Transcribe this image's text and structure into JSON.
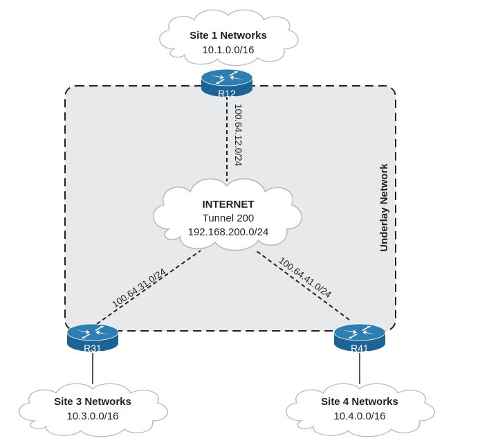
{
  "diagram": {
    "underlay": {
      "label": "Underlay Network"
    },
    "internet": {
      "title": "INTERNET",
      "tunnel": "Tunnel 200",
      "subnet": "192.168.200.0/24"
    },
    "sites": [
      {
        "name": "Site 1 Networks",
        "subnet": "10.1.0.0/16"
      },
      {
        "name": "Site 3 Networks",
        "subnet": "10.3.0.0/16"
      },
      {
        "name": "Site 4 Networks",
        "subnet": "10.4.0.0/16"
      }
    ],
    "routers": [
      {
        "label": "R12"
      },
      {
        "label": "R31"
      },
      {
        "label": "R41"
      }
    ],
    "links": [
      {
        "from": "R12",
        "to": "INTERNET",
        "subnet": "100.64.12.0/24"
      },
      {
        "from": "R31",
        "to": "INTERNET",
        "subnet": "100.64.31.0/24"
      },
      {
        "from": "R41",
        "to": "INTERNET",
        "subnet": "100.64.41.0/24"
      }
    ],
    "colors": {
      "router": "#1f6fa3",
      "router_top": "#2a80b5",
      "underlay_fill": "#e8e9eb",
      "cloud_stroke": "#b9bcc2"
    }
  }
}
